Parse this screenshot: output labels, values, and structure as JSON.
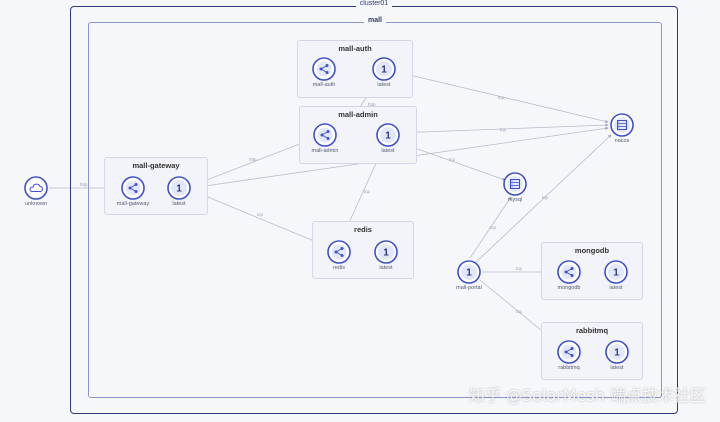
{
  "cluster": {
    "label": "cluster01"
  },
  "namespace": {
    "label": "mall"
  },
  "groups": {
    "mall_auth": "mall-auth",
    "mall_admin": "mall-admin",
    "mall_gateway": "mall-gateway",
    "redis": "redis",
    "mongodb": "mongodb",
    "rabbitmq": "rabbitmq"
  },
  "nodes": {
    "unknown": "unknown",
    "mall_gateway_svc": "mall-gateway",
    "mall_gateway_ver": "latest",
    "mall_auth_svc": "mall-auth",
    "mall_auth_ver": "latest",
    "mall_admin_svc": "mall-admin",
    "mall_admin_ver": "latest",
    "redis_svc": "redis",
    "redis_ver": "latest",
    "mysql": "mysql",
    "nacos": "nacos",
    "mall_portal_ver": "mall-portal",
    "mongodb_svc": "mongodb",
    "mongodb_ver": "latest",
    "rabbitmq_svc": "rabbitmq",
    "rabbitmq_ver": "latest"
  },
  "version_badge": "1",
  "edge_labels": {
    "http": "http",
    "tcp": "tcp"
  },
  "colors": {
    "accent": "#3f51c9",
    "edge": "#b9bccb",
    "cluster_border": "#2f3a78",
    "namespace_border": "#8a95cf"
  },
  "icons": {
    "unknown": "cloud-icon",
    "service": "service-share-icon",
    "version": "version-badge-icon",
    "database": "database-icon"
  },
  "watermark": "知乎 @SolarMesh 端点技术社区"
}
